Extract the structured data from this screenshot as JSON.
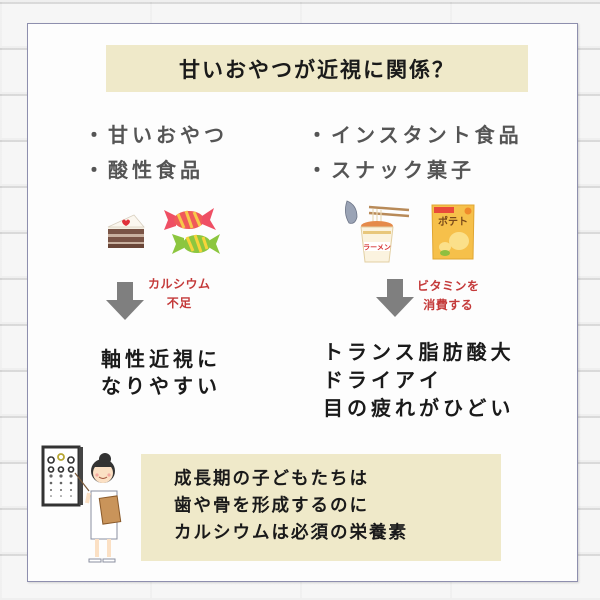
{
  "title": "甘いおやつが近視に関係？",
  "left_column": {
    "items": [
      "・甘いおやつ",
      "・酸性食品"
    ],
    "illustrations": [
      "cake-illustration",
      "candy-illustration"
    ],
    "effect_note": [
      "カルシウム",
      "不足"
    ],
    "result": [
      "軸性近視に",
      "なりやすい"
    ]
  },
  "right_column": {
    "items": [
      "・インスタント食品",
      "・スナック菓子"
    ],
    "illustrations": [
      "cup-ramen-illustration",
      "potato-chips-illustration"
    ],
    "ramen_label": "ラーメン",
    "chips_label": "ポテト",
    "effect_note": [
      "ビタミンを",
      "消費する"
    ],
    "result": [
      "トランス脂肪酸大",
      "ドライアイ",
      "目の疲れがひどい"
    ]
  },
  "info_box": {
    "lines": [
      "成長期の子どもたちは",
      "歯や骨を形成するのに",
      "カルシウムは必須の栄養素"
    ]
  },
  "colors": {
    "title_bg": "#efe9c9",
    "info_bg": "#efe9c9",
    "card_border": "#8e8fae",
    "note_red": "#c43a3a",
    "arrow_gray": "#808080"
  }
}
